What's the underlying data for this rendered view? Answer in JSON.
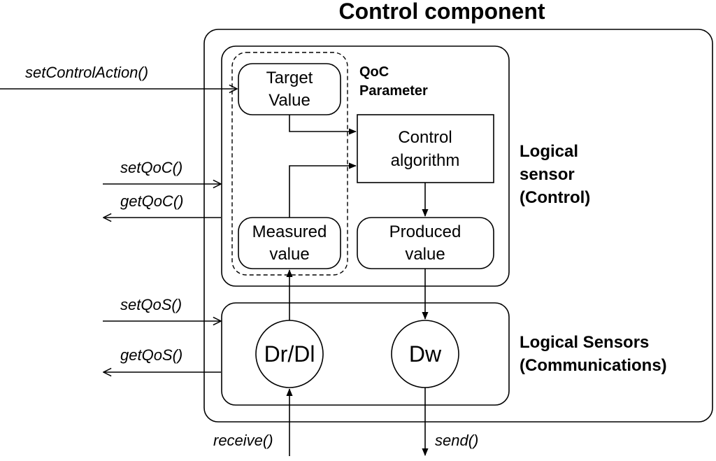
{
  "title": "Control component",
  "qoc_parameter": [
    "QoC",
    "Parameter"
  ],
  "nodes": {
    "target_value": [
      "Target",
      "Value"
    ],
    "control_algorithm": [
      "Control",
      "algorithm"
    ],
    "measured_value": [
      "Measured",
      "value"
    ],
    "produced_value": [
      "Produced",
      "value"
    ],
    "dr_dl": "Dr/Dl",
    "dw": "Dw"
  },
  "side_labels": {
    "logical_sensor_control": [
      "Logical",
      "sensor",
      "(Control)"
    ],
    "logical_sensors_comm": [
      "Logical Sensors",
      "(Communications)"
    ]
  },
  "interfaces": {
    "set_control_action": "setControlAction()",
    "set_qoc": "setQoC()",
    "get_qoc": "getQoC()",
    "set_qos": "setQoS()",
    "get_qos": "getQoS()",
    "receive": "receive()",
    "send": "send()"
  }
}
